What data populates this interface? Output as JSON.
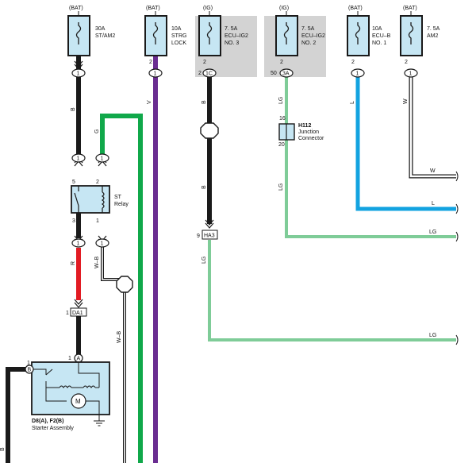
{
  "colors": {
    "black": "#1a1a1a",
    "green": "#10a84a",
    "purple": "#6a2d91",
    "red": "#e21b23",
    "light_green": "#7fcc98",
    "blue": "#13a3e0",
    "white_wire": "#ffffff",
    "fuse_fill": "#c6e6f3",
    "relay_fill": "#c6e6f3",
    "gray_box": "#d3d3d3"
  },
  "fuses": [
    {
      "source": "(BAT)",
      "line1": "30A",
      "line2": "ST/AM2",
      "line3": "",
      "pin": "",
      "conn_label": "1"
    },
    {
      "source": "(BAT)",
      "line1": "10A",
      "line2": "STRG",
      "line3": "LOCK",
      "pin": "2",
      "conn_label": "1"
    },
    {
      "source": "(IG)",
      "line1": "7. 5A",
      "line2": "ECU–IG2",
      "line3": "NO. 3",
      "pin": "2",
      "conn_label": "1C",
      "conn_pin": "2"
    },
    {
      "source": "(IG)",
      "line1": "7. 5A",
      "line2": "ECU–IG2",
      "line3": "NO. 2",
      "pin": "2",
      "conn_label": "3A",
      "conn_pin": "50"
    },
    {
      "source": "(BAT)",
      "line1": "10A",
      "line2": "ECU–B",
      "line3": "NO. 1",
      "pin": "2",
      "conn_label": "1"
    },
    {
      "source": "(BAT)",
      "line1": "7. 5A",
      "line2": "AM2",
      "line3": "",
      "pin": "2",
      "conn_label": "1"
    }
  ],
  "wire_labels": {
    "b1": "B",
    "v": "V",
    "b2": "B",
    "lg1": "LG",
    "l": "L",
    "w": "W",
    "g": "G",
    "b3": "B",
    "lg2": "LG",
    "r": "R",
    "wb1": "W–B",
    "lg3": "LG",
    "wb2": "W–B",
    "b4": "B",
    "w_right": "W",
    "l_right": "L",
    "lg_right1": "LG",
    "lg_right2": "LG"
  },
  "relay": {
    "name1": "ST",
    "name2": "Relay",
    "pin5": "5",
    "pin2": "2",
    "pin3": "3",
    "pin1": "1",
    "conn_top_left": "1",
    "conn_top_right": "1",
    "conn_bot_left": "1",
    "conn_bot_right": "1"
  },
  "junction": {
    "id": "H112",
    "name1": "Junction",
    "name2": "Connector",
    "pin_top": "16",
    "pin_bottom": "20"
  },
  "connectors": {
    "ha3_pin": "9",
    "ha3": "HA3",
    "da1_pin": "1",
    "da1": "DA1",
    "a_pin": "1",
    "a": "A",
    "b_pin": "1",
    "b": "B"
  },
  "starter": {
    "id": "D8(A), F2(B)",
    "name": "Starter Assembly",
    "motor": "M"
  }
}
